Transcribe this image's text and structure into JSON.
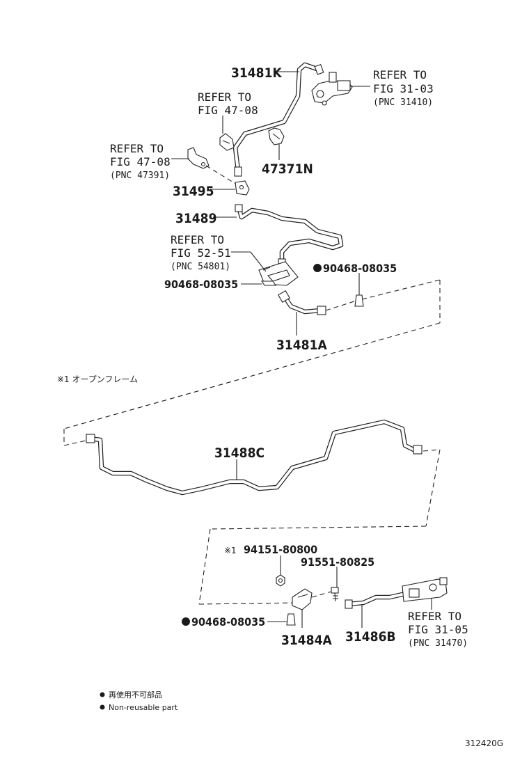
{
  "labels": {
    "p31481k": "31481K",
    "p47371n": "47371N",
    "p31495": "31495",
    "p31489": "31489",
    "p9046808035_a": "90468-08035",
    "p9046808035_b": "90468-08035",
    "p9046808035_c": "90468-08035",
    "p31481a": "31481A",
    "p31488c": "31488C",
    "p9415180800": "94151-80800",
    "p9155180825": "91551-80825",
    "p31484a": "31484A",
    "p31486b": "31486B"
  },
  "refs": {
    "ref_3103": {
      "line1": "REFER TO",
      "line2": "FIG 31-03",
      "line3": "(PNC 31410)"
    },
    "ref_4708a": {
      "line1": "REFER TO",
      "line2": "FIG 47-08"
    },
    "ref_4708b": {
      "line1": "REFER TO",
      "line2": "FIG 47-08",
      "line3": "(PNC 47391)"
    },
    "ref_5251": {
      "line1": "REFER TO",
      "line2": "FIG 52-51",
      "line3": "(PNC 54801)"
    },
    "ref_3105": {
      "line1": "REFER TO",
      "line2": "FIG 31-05",
      "line3": "(PNC 31470)"
    }
  },
  "notes": {
    "open_frame": "※1 オープンフレーム",
    "mark_1": "※1"
  },
  "legend": {
    "jp": "再使用不可部品",
    "en": "Non-reusable part"
  },
  "figure_id": "312420G"
}
